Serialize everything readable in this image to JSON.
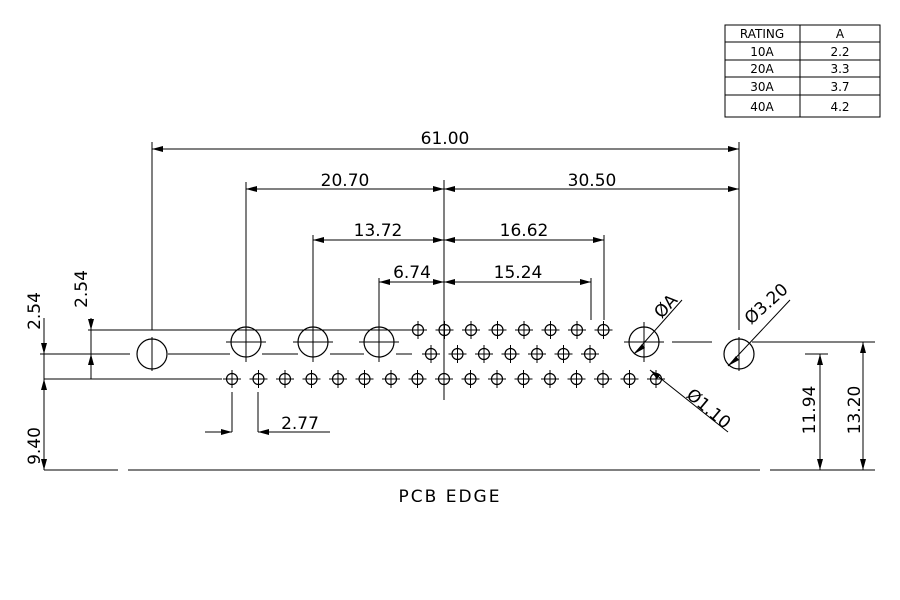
{
  "rating_table": {
    "headers": [
      "RATING",
      "A"
    ],
    "rows": [
      [
        "10A",
        "2.2"
      ],
      [
        "20A",
        "3.3"
      ],
      [
        "30A",
        "3.7"
      ],
      [
        "40A",
        "4.2"
      ]
    ]
  },
  "dimensions": {
    "d61": "61.00",
    "d2070": "20.70",
    "d3050": "30.50",
    "d1372": "13.72",
    "d1662": "16.62",
    "d674": "6.74",
    "d1524": "15.24",
    "d254a": "2.54",
    "d254b": "2.54",
    "d940": "9.40",
    "d277": "2.77",
    "d1194": "11.94",
    "d1320": "13.20",
    "phiA": "ØA",
    "phi320": "Ø3.20",
    "phi110": "Ø1.10"
  },
  "pcb_edge_label": "PCB EDGE"
}
